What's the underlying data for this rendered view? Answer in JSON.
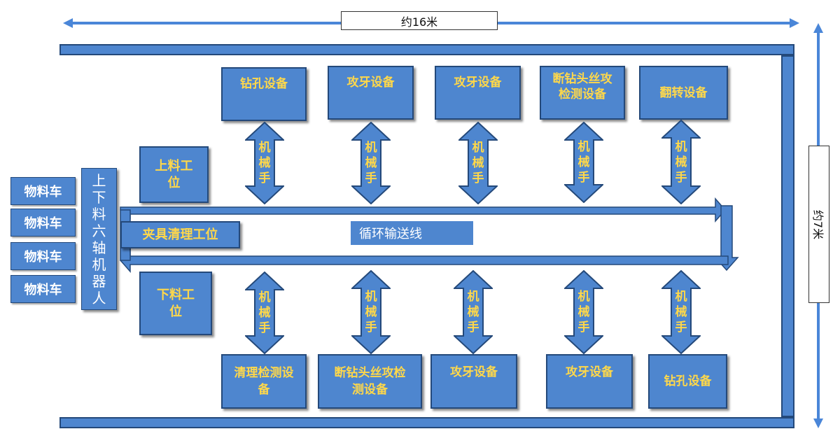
{
  "dimensions": {
    "width_label": "约16米",
    "height_label": "约7米"
  },
  "colors": {
    "box_fill": "#4e86cf",
    "box_border": "#24497a",
    "label_yellow": "#ffd84a",
    "dim_arrow": "#4a86d8"
  },
  "carts": [
    "物料车",
    "物料车",
    "物料车",
    "物料车"
  ],
  "robot": {
    "label": "上下料六轴机器人",
    "chars": [
      "上",
      "下",
      "料",
      "六",
      "轴",
      "机",
      "器",
      "人"
    ]
  },
  "stations": {
    "load": "上料工位",
    "unload": "下料工位",
    "fixture_clean": "夹具清理工位"
  },
  "conveyor": {
    "label": "循环输送线"
  },
  "top_equipment": [
    "钻孔设备",
    "攻牙设备",
    "攻牙设备",
    "断钻头丝攻检测设备",
    "翻转设备"
  ],
  "bottom_equipment": [
    "清理检测设备",
    "断钻头丝攻检测设备",
    "攻牙设备",
    "攻牙设备",
    "钻孔设备"
  ],
  "arm_label": "机械手",
  "arm_chars": [
    "机",
    "械",
    "手"
  ]
}
